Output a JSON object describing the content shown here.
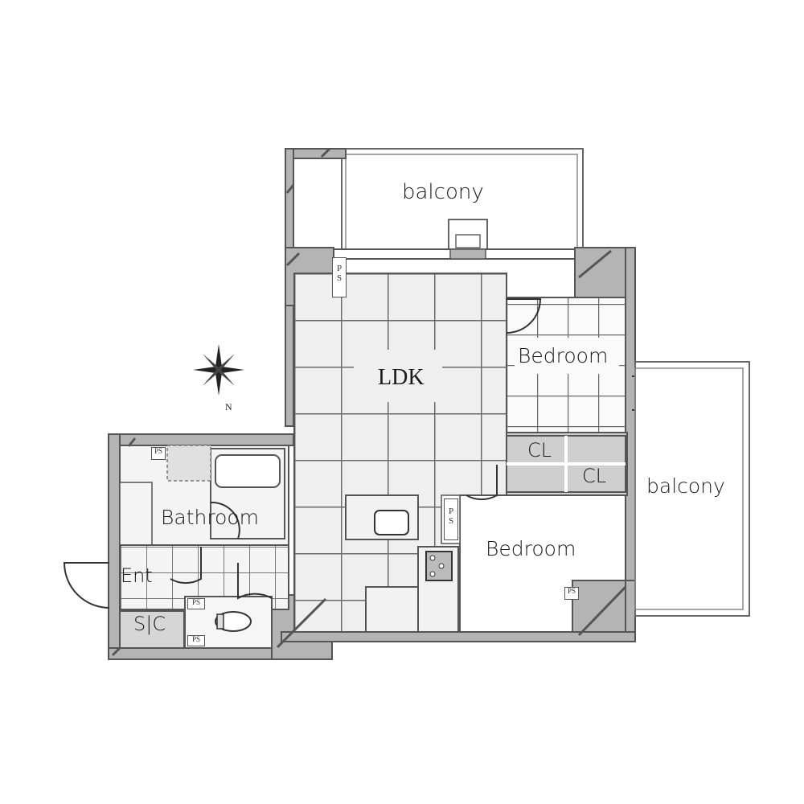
{
  "floor_plan": {
    "rooms": [
      {
        "id": "balcony_top",
        "label": "balcony"
      },
      {
        "id": "ldk",
        "label": "LDK"
      },
      {
        "id": "bedroom_upper",
        "label": "Bedroom"
      },
      {
        "id": "bedroom_lower",
        "label": "Bedroom"
      },
      {
        "id": "closet_1",
        "label": "CL"
      },
      {
        "id": "closet_2",
        "label": "CL"
      },
      {
        "id": "balcony_right",
        "label": "balcony"
      },
      {
        "id": "bathroom",
        "label": "Bathroom"
      },
      {
        "id": "entrance",
        "label": "Ent"
      },
      {
        "id": "shoe_closet",
        "label": "S|C"
      }
    ],
    "pipe_spaces": {
      "label_vertical": "P\nS",
      "label_small": "PS"
    },
    "compass": {
      "label": "N"
    },
    "colors": {
      "wall": "#b4b4b4",
      "wall_stroke": "#555555",
      "floor_tile": "#efefef",
      "grid_line": "#666666",
      "closet_fill": "#cfcfcf",
      "background": "#ffffff"
    }
  }
}
